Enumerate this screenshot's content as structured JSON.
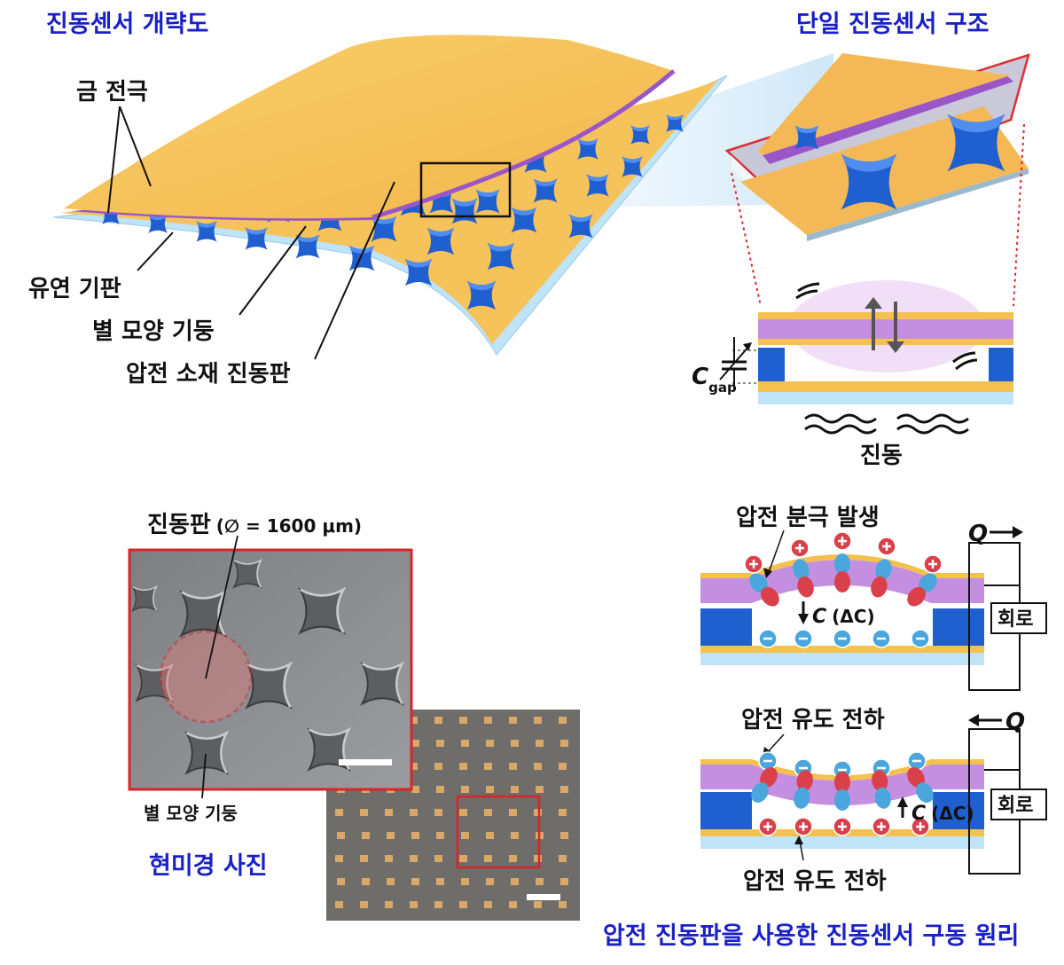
{
  "headers": {
    "overview": "진동센서 개략도",
    "single": "단일 진동센서 구조",
    "micro": "현미경 사진",
    "principle": "압전 진동판을 사용한 진동센서 구동 원리"
  },
  "labels": {
    "gold_electrode": "금 전극",
    "flexible_substrate": "유연 기판",
    "star_pillar": "별 모양 기둥",
    "piezo_plate": "압전 소재 진동판",
    "cgap_c": "C",
    "cgap_sub": "gap",
    "vibration": "진동",
    "plate_name": "진동판",
    "plate_dim": "(∅ = 1600 μm)",
    "star_pillar_micro": "별 모양 기둥",
    "piezo_polarization": "압전 분극 발생",
    "piezo_induced_charge_top": "압전 유도 전하",
    "piezo_induced_charge_bottom": "압전 유도 전하",
    "q_right": "Q",
    "q_left": "Q",
    "circuit_1": "회로",
    "circuit_2": "회로",
    "cap_c1": "C",
    "cap_delta1": "(ΔC)",
    "cap_c2": "C",
    "cap_delta2": "(ΔC)"
  },
  "colors": {
    "header_blue": "#1a20c8",
    "gold": "#f7c45a",
    "purple": "#b986d8",
    "pillar_blue": "#1f5fd0",
    "substrate": "#bfe3f7",
    "frame_red": "#d9252a",
    "plus": "#d9404a",
    "minus": "#4aa6dc"
  }
}
